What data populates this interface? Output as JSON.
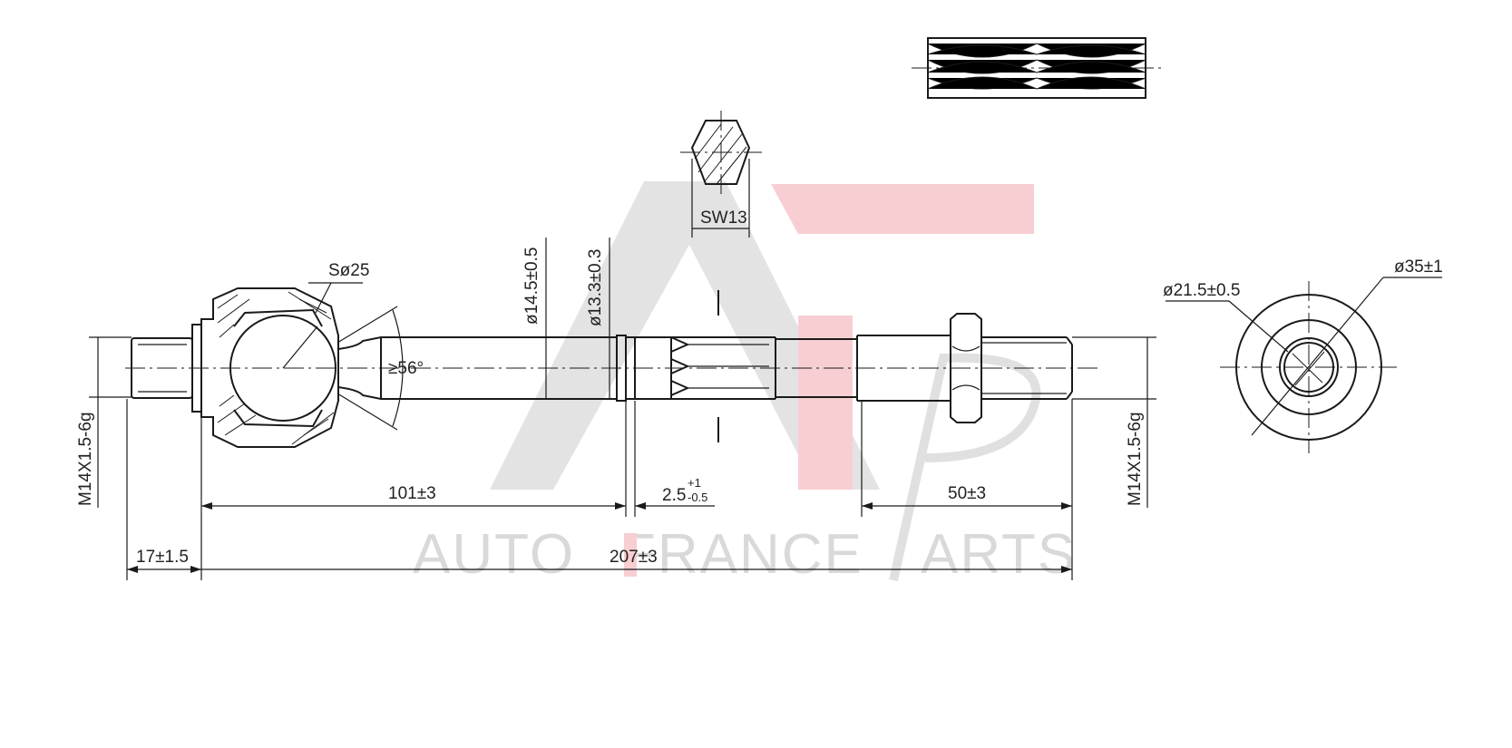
{
  "watermark": {
    "brand_words": [
      "AUTO",
      "FRANCE",
      "ARTS"
    ],
    "colors": {
      "gray": "#d9d9d9",
      "red": "#f7cfd3"
    }
  },
  "dimensions": {
    "sphere_dia": "Sø25",
    "angle": "≥56°",
    "shaft_dia_1": "ø14.5±0.5",
    "shaft_dia_2": "ø13.3±0.3",
    "wrench_size": "SW13",
    "thread_left": "M14X1.5-6g",
    "thread_right": "M14X1.5-6g",
    "length_101": "101±3",
    "gap_base": "2.5",
    "gap_upper": "+1",
    "gap_lower": "-0.5",
    "length_50": "50±3",
    "length_17": "17±1.5",
    "length_total": "207±3",
    "end_inner_dia": "ø21.5±0.5",
    "end_outer_dia": "ø35±1"
  }
}
